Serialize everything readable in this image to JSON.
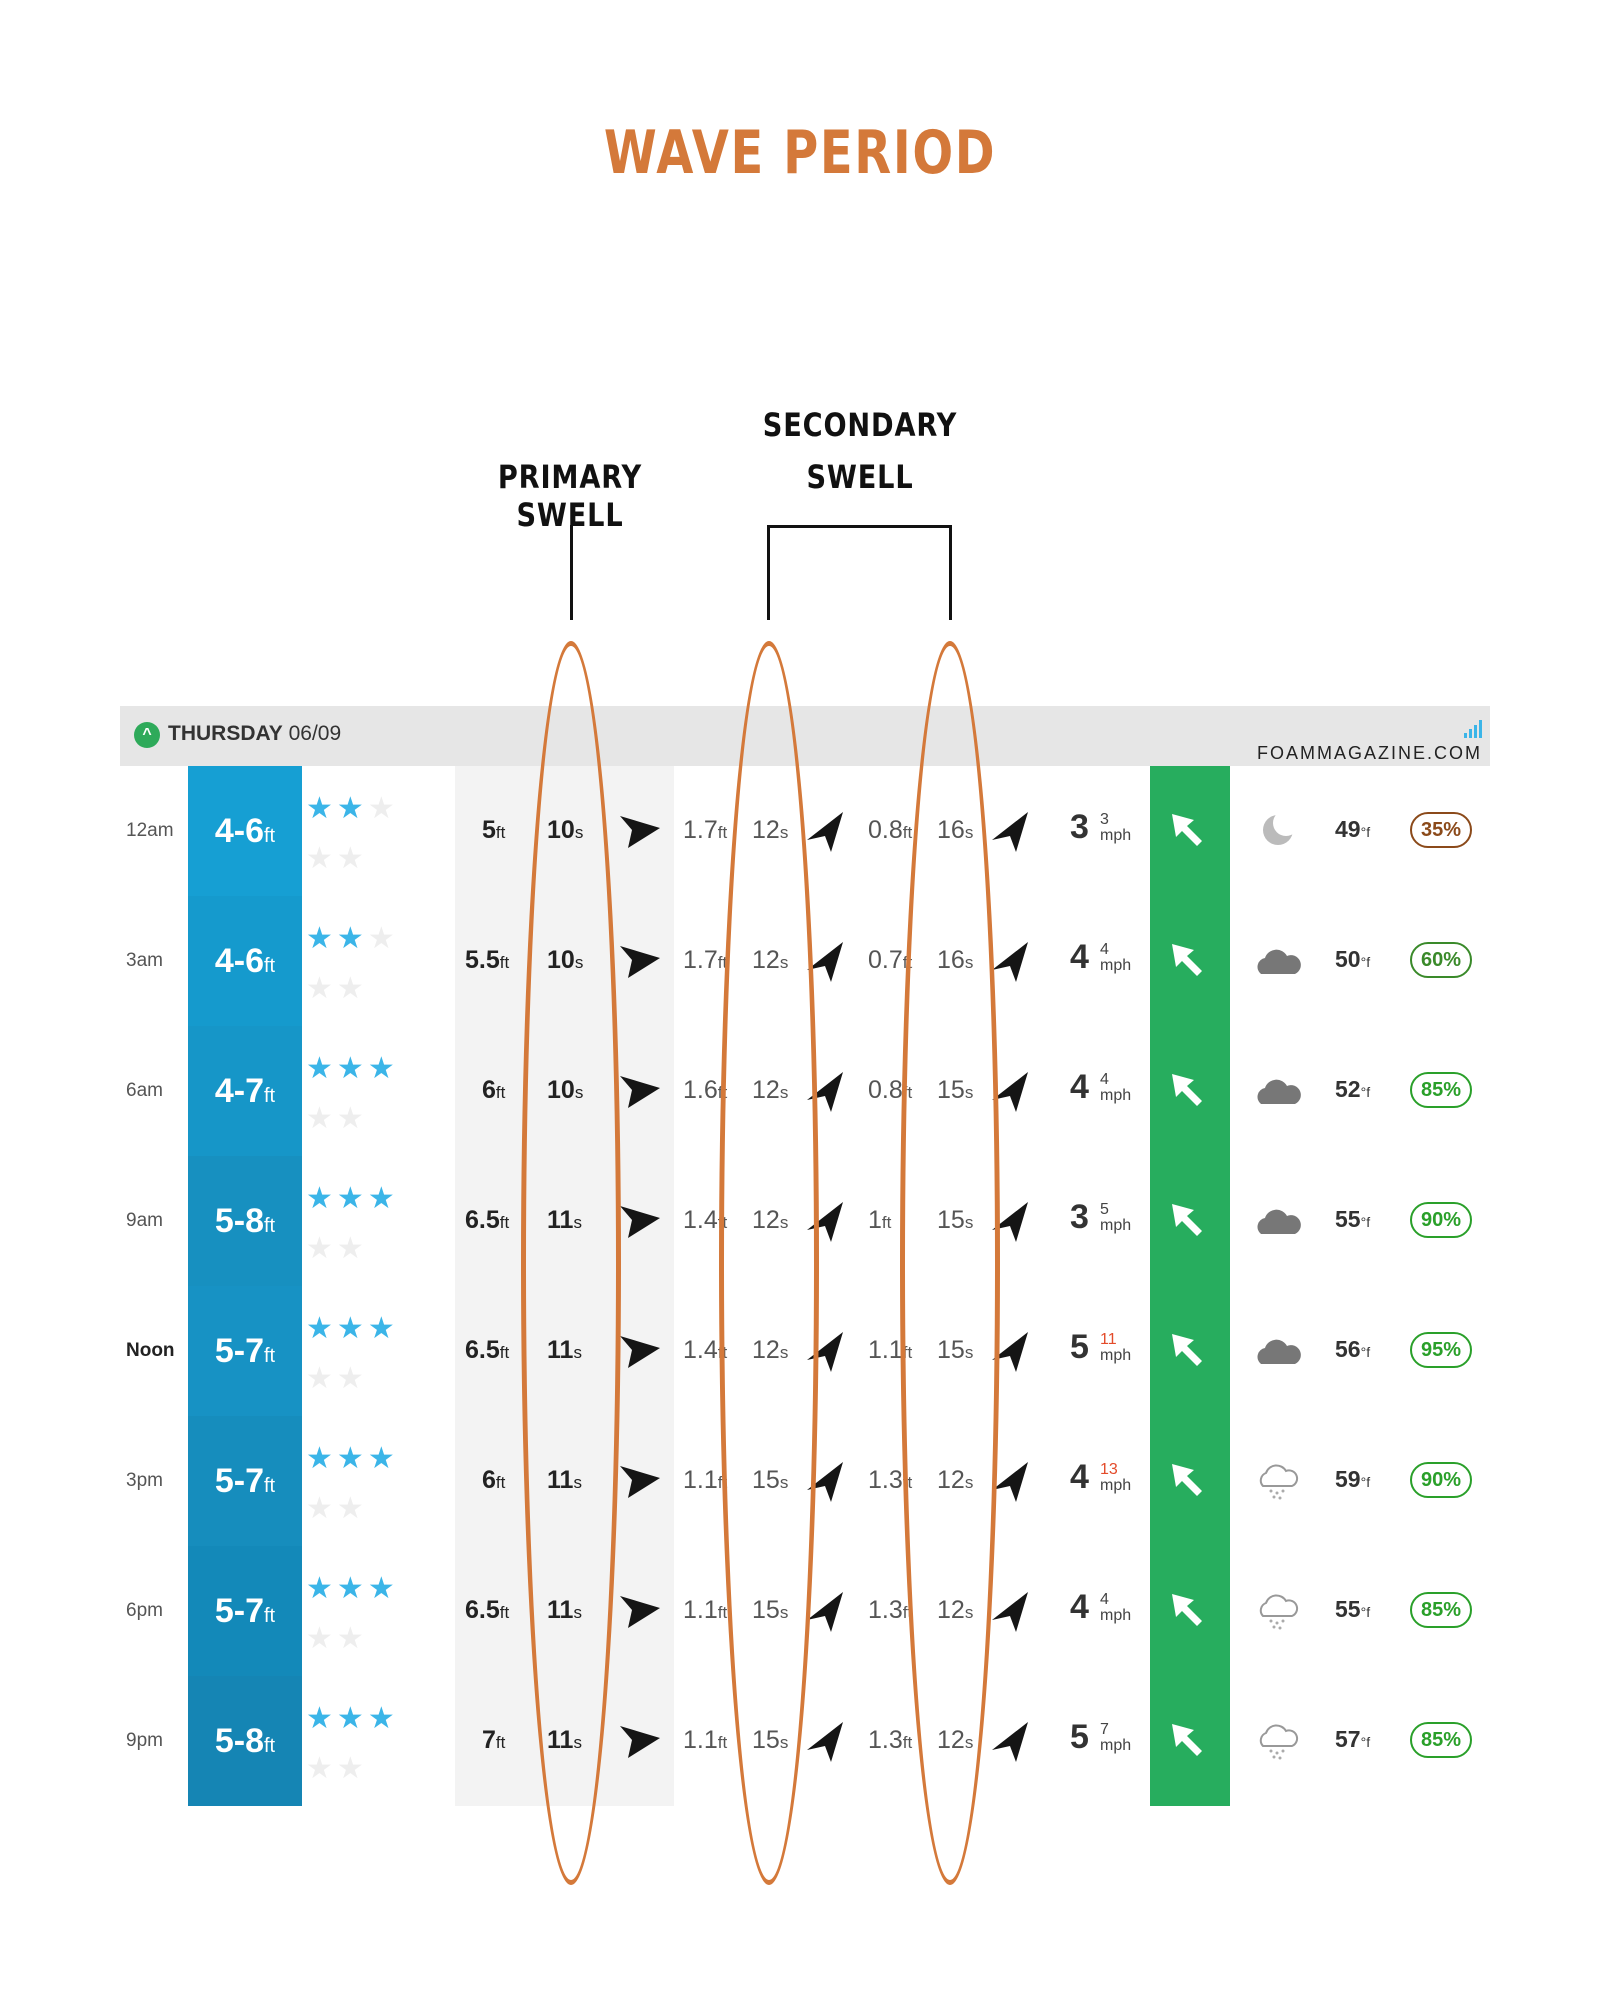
{
  "title": "WAVE PERIOD",
  "labels": {
    "primary": "PRIMARY SWELL",
    "secondary_line1": "SECONDARY",
    "secondary_line2": "SWELL"
  },
  "header": {
    "day": "THURSDAY",
    "date": "06/09",
    "brand": "FOAMMAGAZINE.COM"
  },
  "colors": {
    "accent": "#d4793a",
    "surf": "#1a9ccf",
    "wind": "#27ad5e",
    "star": "#3bb5e8"
  },
  "rows": [
    {
      "time": "12am",
      "surf": "4-6",
      "stars": 2,
      "p_h": "5",
      "p_t": "10",
      "s1_h": "1.7",
      "s1_t": "12",
      "s2_h": "0.8",
      "s2_t": "16",
      "wind": "3",
      "gust": "3",
      "gust_red": false,
      "weather": "moon-icon",
      "temp": "49",
      "pct": "35%",
      "pct_color": "#8b4a1a"
    },
    {
      "time": "3am",
      "surf": "4-6",
      "stars": 2,
      "p_h": "5.5",
      "p_t": "10",
      "s1_h": "1.7",
      "s1_t": "12",
      "s2_h": "0.7",
      "s2_t": "16",
      "wind": "4",
      "gust": "4",
      "gust_red": false,
      "weather": "cloud-icon",
      "temp": "50",
      "pct": "60%",
      "pct_color": "#3a8a2a"
    },
    {
      "time": "6am",
      "surf": "4-7",
      "stars": 3,
      "p_h": "6",
      "p_t": "10",
      "s1_h": "1.6",
      "s1_t": "12",
      "s2_h": "0.8",
      "s2_t": "15",
      "wind": "4",
      "gust": "4",
      "gust_red": false,
      "weather": "cloud-icon",
      "temp": "52",
      "pct": "85%",
      "pct_color": "#2aa02a"
    },
    {
      "time": "9am",
      "surf": "5-8",
      "stars": 3,
      "p_h": "6.5",
      "p_t": "11",
      "s1_h": "1.4",
      "s1_t": "12",
      "s2_h": "1",
      "s2_t": "15",
      "wind": "3",
      "gust": "5",
      "gust_red": false,
      "weather": "cloud-icon",
      "temp": "55",
      "pct": "90%",
      "pct_color": "#2aa02a"
    },
    {
      "time": "Noon",
      "surf": "5-7",
      "stars": 3,
      "p_h": "6.5",
      "p_t": "11",
      "s1_h": "1.4",
      "s1_t": "12",
      "s2_h": "1.1",
      "s2_t": "15",
      "wind": "5",
      "gust": "11",
      "gust_red": true,
      "weather": "cloud-icon",
      "temp": "56",
      "pct": "95%",
      "pct_color": "#2aa02a"
    },
    {
      "time": "3pm",
      "surf": "5-7",
      "stars": 3,
      "p_h": "6",
      "p_t": "11",
      "s1_h": "1.1",
      "s1_t": "15",
      "s2_h": "1.3",
      "s2_t": "12",
      "wind": "4",
      "gust": "13",
      "gust_red": true,
      "weather": "rain-icon",
      "temp": "59",
      "pct": "90%",
      "pct_color": "#2aa02a"
    },
    {
      "time": "6pm",
      "surf": "5-7",
      "stars": 3,
      "p_h": "6.5",
      "p_t": "11",
      "s1_h": "1.1",
      "s1_t": "15",
      "s2_h": "1.3",
      "s2_t": "12",
      "wind": "4",
      "gust": "4",
      "gust_red": false,
      "weather": "rain-icon",
      "temp": "55",
      "pct": "85%",
      "pct_color": "#2aa02a"
    },
    {
      "time": "9pm",
      "surf": "5-8",
      "stars": 3,
      "p_h": "7",
      "p_t": "11",
      "s1_h": "1.1",
      "s1_t": "15",
      "s2_h": "1.3",
      "s2_t": "12",
      "wind": "5",
      "gust": "7",
      "gust_red": false,
      "weather": "rain-icon",
      "temp": "57",
      "pct": "85%",
      "pct_color": "#2aa02a"
    }
  ],
  "units": {
    "ft": "ft",
    "s": "s",
    "mph": "mph",
    "deg": "°f"
  }
}
